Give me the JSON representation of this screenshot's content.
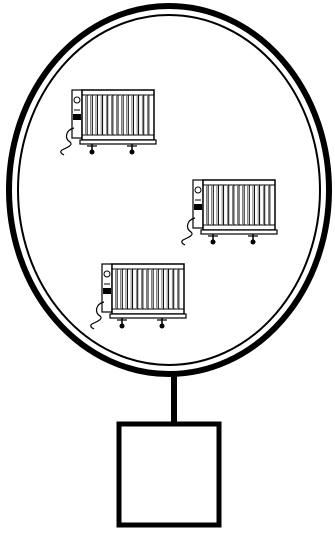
{
  "diagram": {
    "style": {
      "background": "#ffffff",
      "stroke": "#000000",
      "fill": "#ffffff"
    },
    "container": {
      "shape": "ellipse",
      "border": "double"
    },
    "connector": {
      "shape": "line"
    },
    "box": {
      "shape": "rectangle",
      "label": ""
    },
    "icons": [
      {
        "name": "radiator-icon",
        "fins": 14
      },
      {
        "name": "radiator-icon",
        "fins": 14
      },
      {
        "name": "radiator-icon",
        "fins": 14
      }
    ]
  }
}
